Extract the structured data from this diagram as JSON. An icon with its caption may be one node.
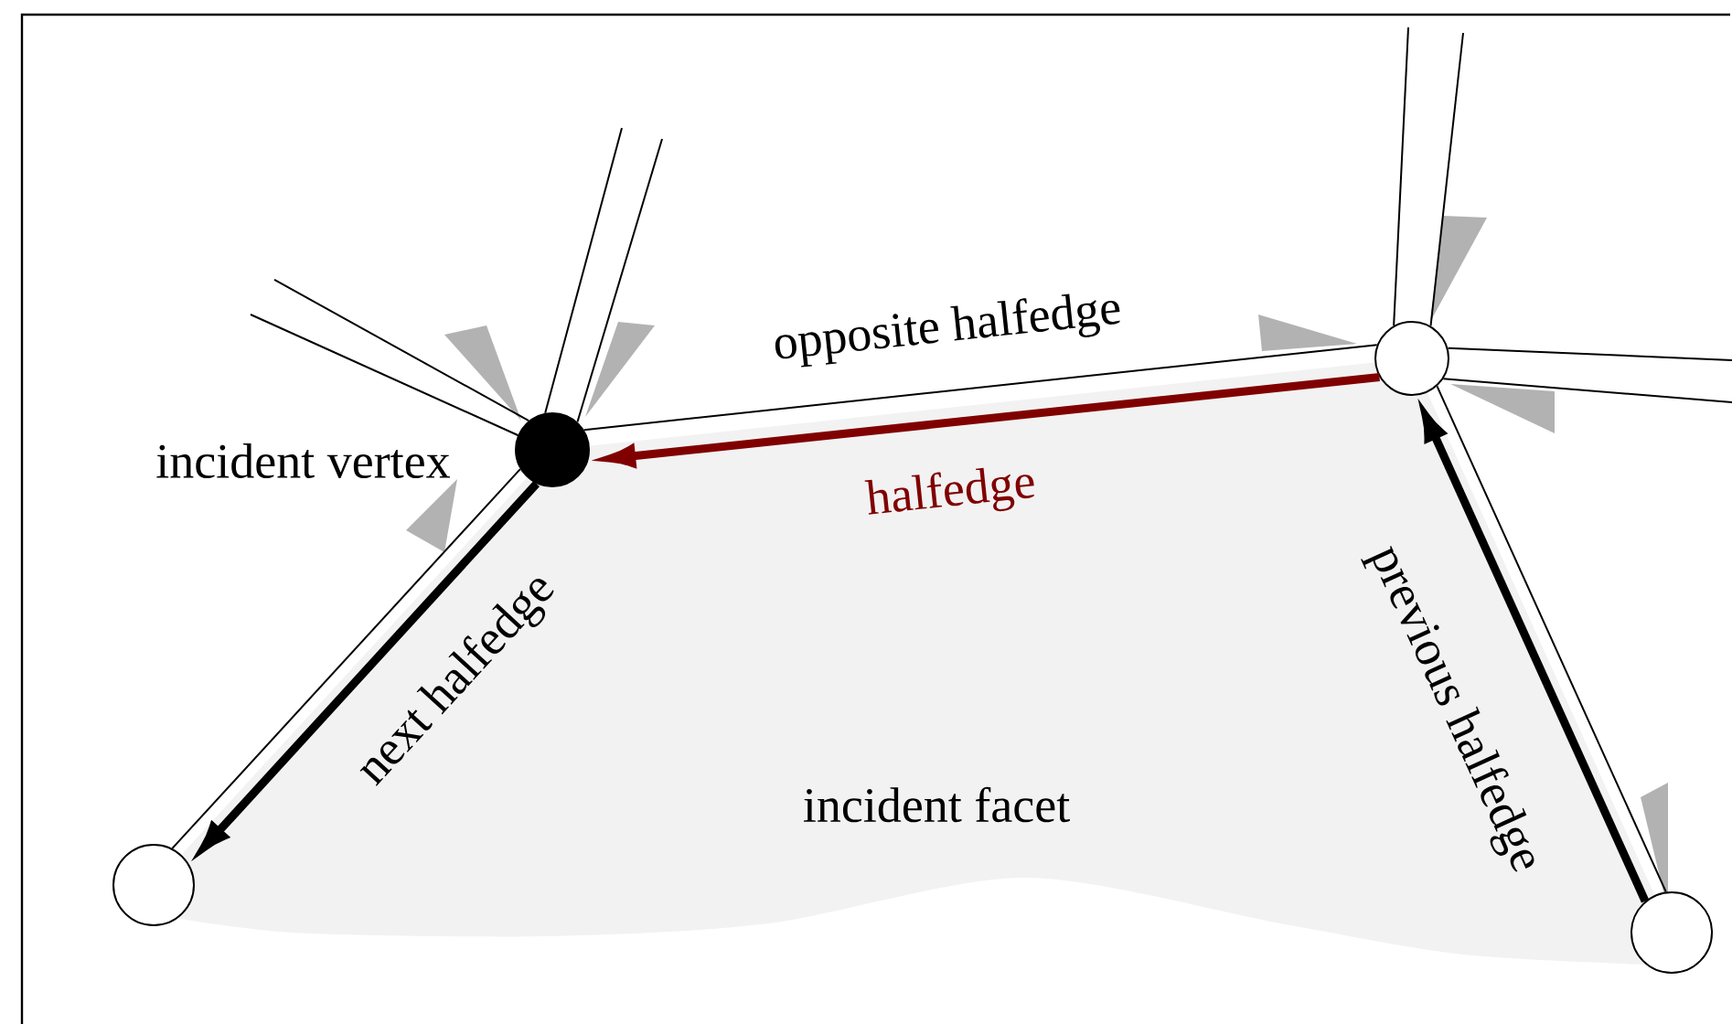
{
  "diagram": {
    "nodes": [
      {
        "text": [],
        "shape": "circle",
        "beside": [
          "incident vertex"
        ]
      },
      {
        "text": [],
        "shape": "circle"
      },
      {
        "text": [],
        "shape": "circle"
      },
      {
        "text": [],
        "shape": "circle"
      }
    ],
    "edges": [
      {
        "from": 1,
        "to": 0,
        "arrow": "to",
        "label": "halfedge",
        "style": "thick",
        "color": "#800000"
      },
      {
        "from": 0,
        "to": 2,
        "arrow": "to",
        "label": "next halfedge",
        "style": "thick"
      },
      {
        "from": 3,
        "to": 1,
        "arrow": "to",
        "label": "previous halfedge",
        "style": "thick"
      },
      {
        "from": 0,
        "to": 1,
        "arrow": "none",
        "label": "opposite halfedge"
      },
      {
        "from": 0,
        "to": 2,
        "arrow": "none"
      },
      {
        "from": 3,
        "to": 1,
        "arrow": "none"
      },
      {
        "from": 0,
        "to": null,
        "arrow": "none"
      },
      {
        "from": 0,
        "to": null,
        "arrow": "none"
      },
      {
        "from": 0,
        "to": null,
        "arrow": "none"
      },
      {
        "from": 0,
        "to": null,
        "arrow": "none"
      },
      {
        "from": 1,
        "to": null,
        "arrow": "none"
      },
      {
        "from": 1,
        "to": null,
        "arrow": "none"
      },
      {
        "from": 1,
        "to": null,
        "arrow": "none"
      },
      {
        "from": 1,
        "to": null,
        "arrow": "none"
      }
    ],
    "labels": [
      "incident facet"
    ]
  }
}
